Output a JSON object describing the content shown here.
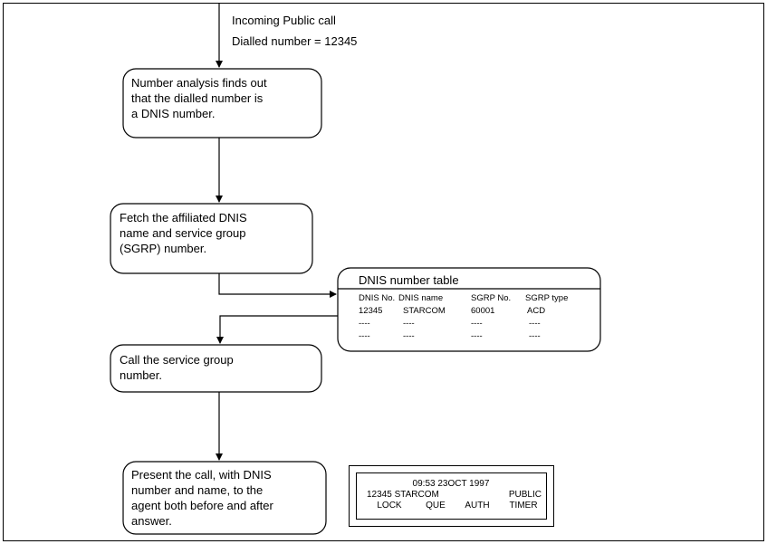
{
  "incoming": {
    "line1": "Incoming Public call",
    "line2": "Dialled number = 12345"
  },
  "step1": [
    "Number analysis finds out",
    "that the dialled number is",
    "a DNIS number."
  ],
  "step2": [
    "Fetch the affiliated DNIS",
    "name and service group",
    "(SGRP) number."
  ],
  "table": {
    "title": "DNIS number table",
    "headers": [
      "DNIS No.",
      "DNIS name",
      "SGRP No.",
      "SGRP type"
    ],
    "rows": [
      [
        "12345",
        "STARCOM",
        "60001",
        "ACD"
      ],
      [
        "----",
        "----",
        "----",
        "----"
      ],
      [
        "----",
        "----",
        "----",
        "----"
      ]
    ]
  },
  "step3": [
    "Call the service group",
    "number."
  ],
  "step4": [
    "Present the call, with DNIS",
    "number and name, to the",
    "agent both before and after",
    "answer."
  ],
  "display": {
    "line1": "09:53 23OCT 1997",
    "line2_left": "12345 STARCOM",
    "line2_right": "PUBLIC",
    "softkeys": [
      "LOCK",
      "QUE",
      "AUTH",
      "TIMER"
    ]
  }
}
